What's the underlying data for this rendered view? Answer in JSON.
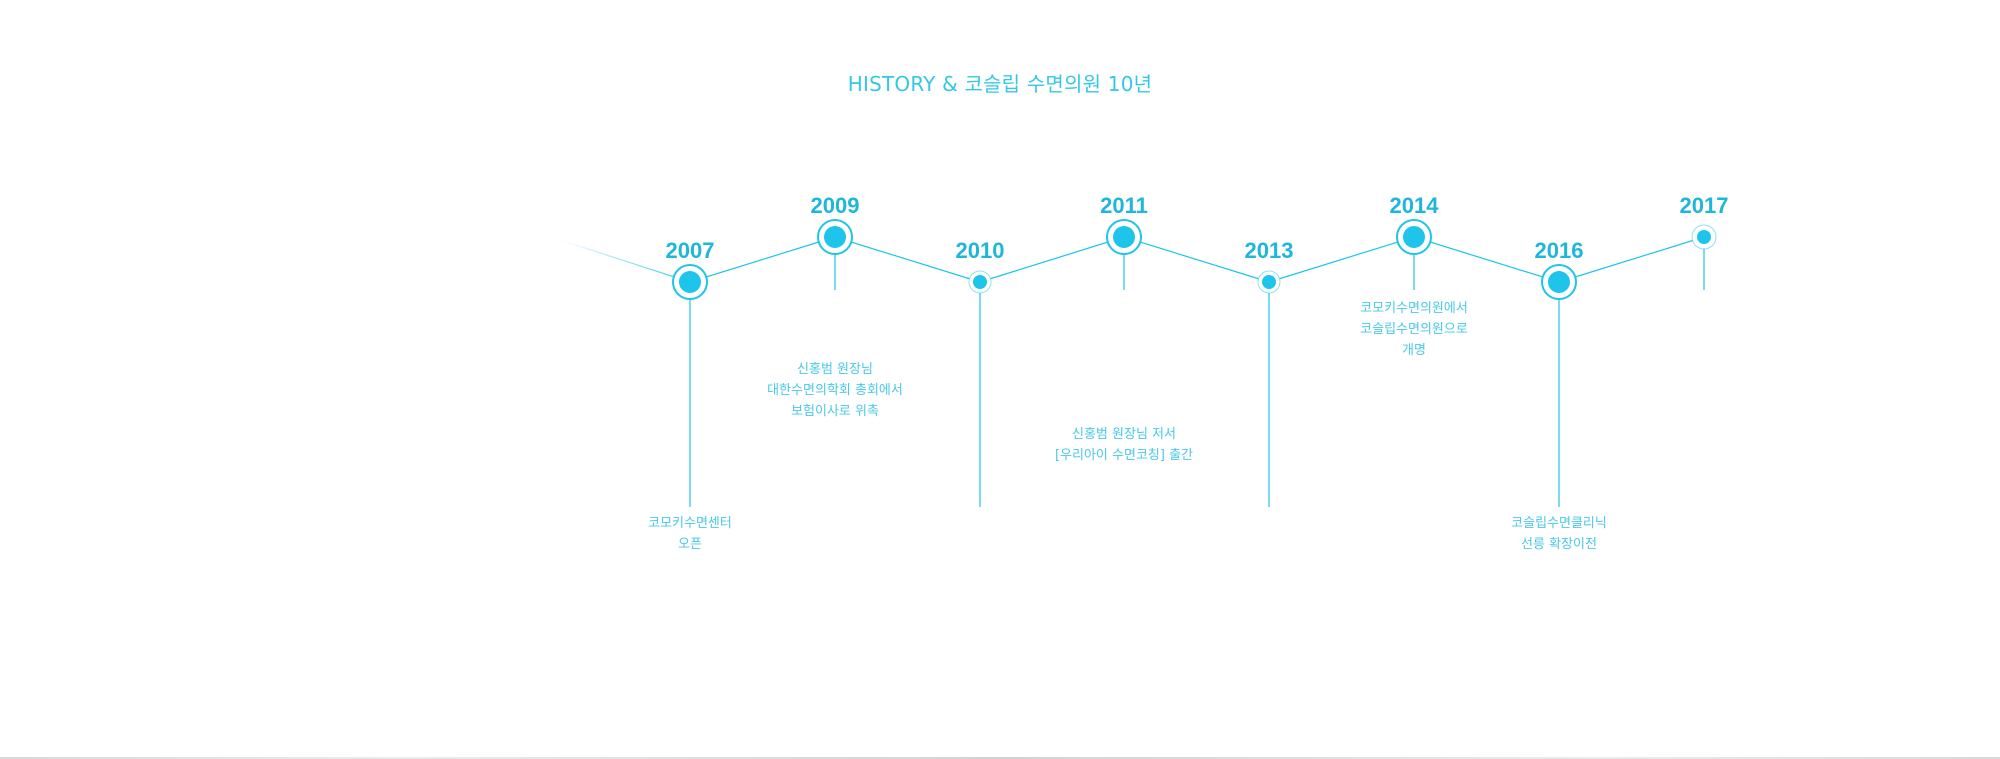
{
  "header": {
    "title": "HISTORY & 코슬립 수면의원 10년"
  },
  "timeline": {
    "accent_color": "#1fc4ea",
    "events": [
      {
        "year": "2007",
        "lines": [
          "코모키수면센터",
          "오픈"
        ]
      },
      {
        "year": "2009",
        "lines": [
          "신홍범 원장님",
          "대한수면의학회 총회에서",
          "보험이사로 위촉"
        ]
      },
      {
        "year": "2010",
        "lines": []
      },
      {
        "year": "2011",
        "lines": [
          "신홍범 원장님 저서",
          "[우리아이 수면코칭] 출간"
        ]
      },
      {
        "year": "2013",
        "lines": []
      },
      {
        "year": "2014",
        "lines": [
          "코모키수면의원에서",
          "코슬립수면의원으로",
          "개명"
        ]
      },
      {
        "year": "2016",
        "lines": [
          "코슬립수면클리닉",
          "선릉 확장이전"
        ]
      },
      {
        "year": "2017",
        "lines": []
      }
    ]
  }
}
